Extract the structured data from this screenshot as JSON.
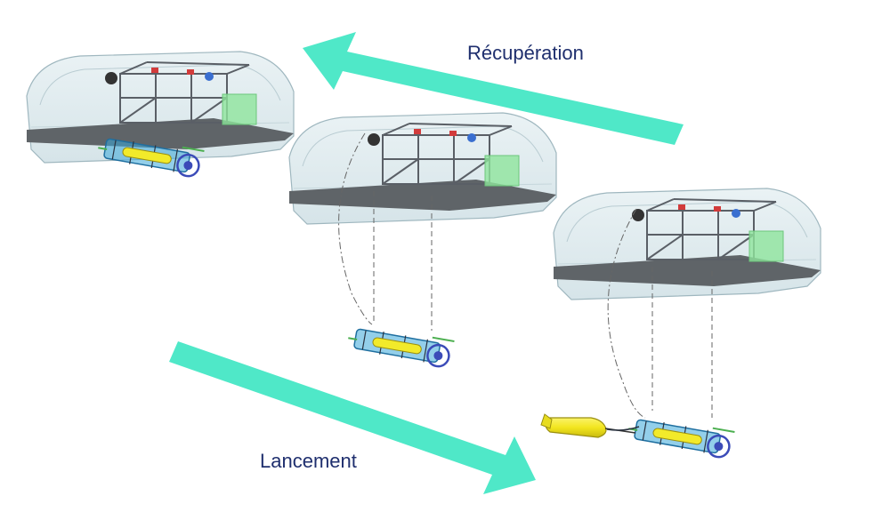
{
  "labels": {
    "recovery": "Récupération",
    "launch": "Lancement"
  },
  "colors": {
    "arrow": "#4fe8c8",
    "hull_fill": "#d6e6ea",
    "hull_stroke": "#9fb7bf",
    "deck": "#5f6468",
    "frame": "#5a5f66",
    "green_box": "#8fe59c",
    "cradle_blue": "#3aa7d8",
    "vehicle_yellow": "#f2ea2a",
    "text": "#1f2f6e"
  },
  "scenes": [
    {
      "id": "stowed",
      "description_visible": false
    },
    {
      "id": "lowered-cradle",
      "description_visible": false
    },
    {
      "id": "vehicle-released",
      "description_visible": false
    }
  ]
}
